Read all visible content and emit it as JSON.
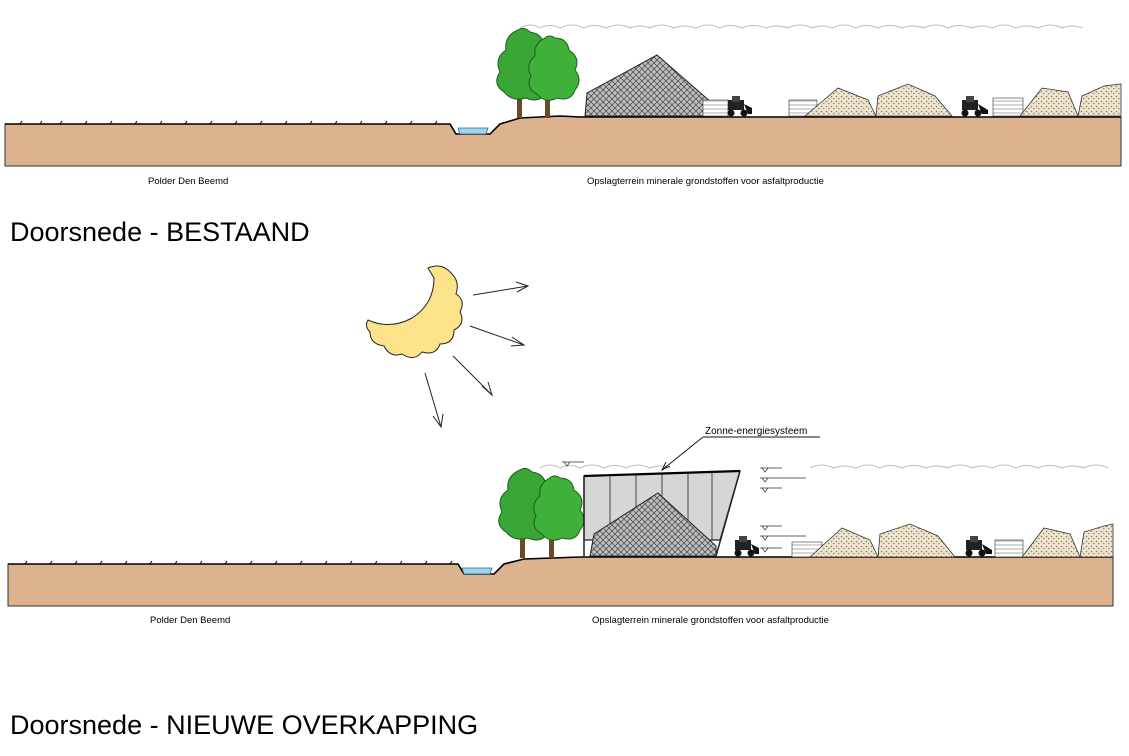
{
  "section_existing": {
    "title": "Doorsnede - BESTAAND",
    "label_left": "Polder Den Beemd",
    "label_right": "Opslagterrein minerale grondstoffen voor asfaltproductie"
  },
  "section_new": {
    "title": "Doorsnede - NIEUWE OVERKAPPING",
    "label_left": "Polder Den Beemd",
    "label_right": "Opslagterrein minerale grondstoffen voor asfaltproductie",
    "callout": "Zonne-energiesysteem"
  },
  "colors": {
    "soil": "#ddb38f",
    "water": "#9fd3ea",
    "tree": "#3aa635",
    "sun": "#fce38a",
    "gravel_dark": "#a9a9a9",
    "gravel_light": "#e8dcc4",
    "roof": "#d6d6d6"
  }
}
